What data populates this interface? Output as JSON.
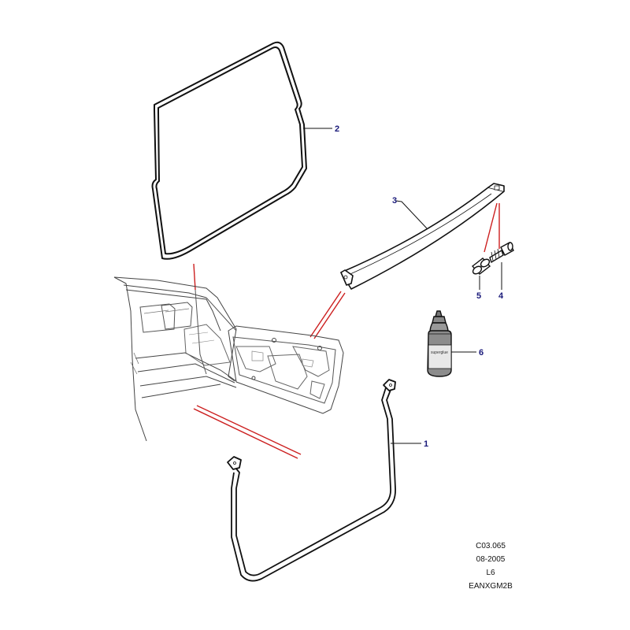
{
  "colors": {
    "outline": "#111111",
    "guide_line": "#cc1f1f",
    "callout": "#1a1a7a",
    "bottle_shade": "#888888"
  },
  "callouts": [
    {
      "id": "1",
      "part": "lower-door-seal"
    },
    {
      "id": "2",
      "part": "upper-door-seal"
    },
    {
      "id": "3",
      "part": "door-trim-strip"
    },
    {
      "id": "4",
      "part": "bolt"
    },
    {
      "id": "5",
      "part": "spacer-bush"
    },
    {
      "id": "6",
      "part": "adhesive-bottle"
    }
  ],
  "bottle_label": "superglue",
  "reference": {
    "line1": "C03.065",
    "line2": "08-2005",
    "line3": "L6",
    "line4": "EANXGM2B"
  }
}
